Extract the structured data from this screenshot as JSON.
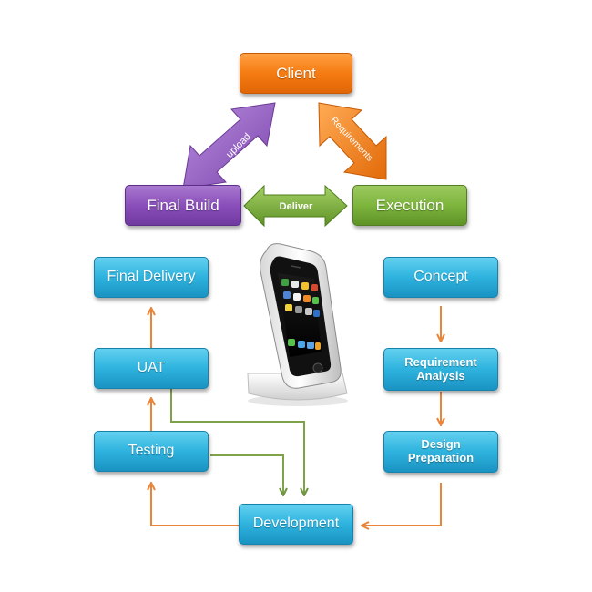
{
  "nodes": {
    "client": "Client",
    "final_build": "Final Build",
    "execution": "Execution",
    "final_delivery": "Final Delivery",
    "concept": "Concept",
    "uat": "UAT",
    "requirement_analysis": "Requirement Analysis",
    "testing": "Testing",
    "design_preparation": "Design Preparation",
    "development": "Development"
  },
  "arrow_labels": {
    "upload": "upload",
    "requirements": "Requirements",
    "deliver": "Deliver"
  },
  "colors": {
    "blue_box": "#2fb4df",
    "orange_box": "#f57b12",
    "purple_box": "#8a4fba",
    "green_box": "#7db53d",
    "orange_connector": "#e8853a",
    "green_connector": "#7da24a"
  },
  "icons": {
    "phone": "smartphone-in-dock-icon"
  }
}
